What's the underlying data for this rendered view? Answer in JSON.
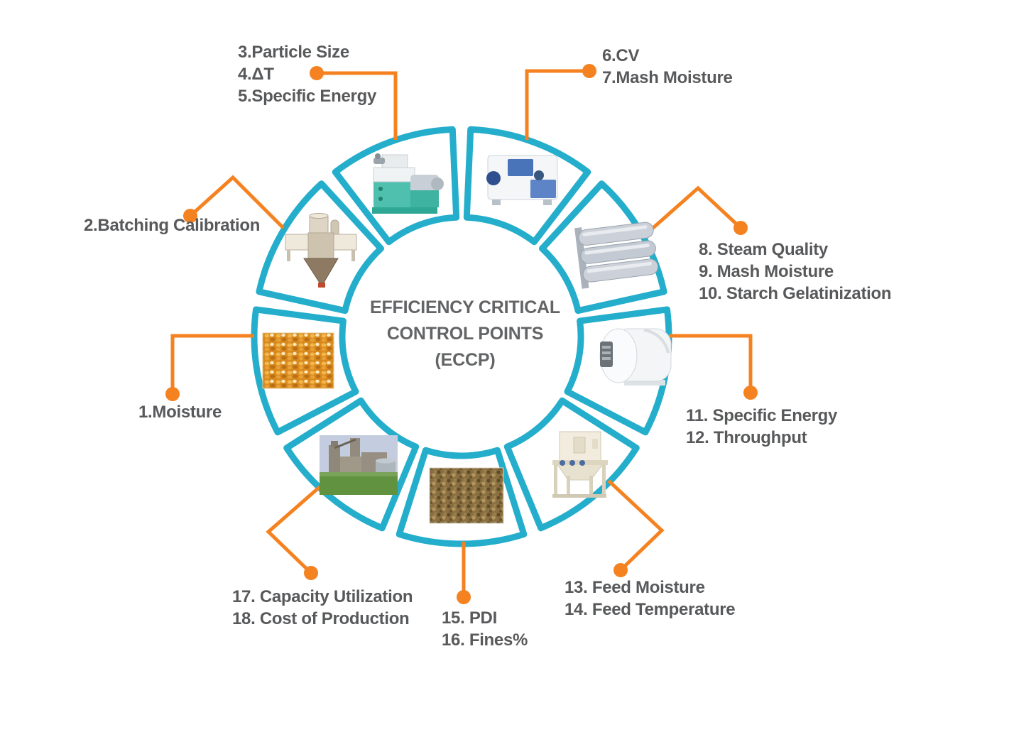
{
  "diagram": {
    "center": {
      "lines": [
        "EFFICIENCY CRITICAL",
        "CONTROL POINTS",
        "(ECCP)"
      ]
    },
    "labels": {
      "moisture": {
        "lines": [
          "1.Moisture"
        ]
      },
      "batching": {
        "lines": [
          "2.Batching Calibration"
        ]
      },
      "grinding": {
        "lines": [
          "3.Particle Size",
          "4.ΔT",
          "5.Specific Energy"
        ]
      },
      "mixing": {
        "lines": [
          "6.CV",
          "7.Mash Moisture"
        ]
      },
      "conditioning": {
        "lines": [
          "8. Steam Quality",
          "9. Mash Moisture",
          "10. Starch Gelatinization"
        ]
      },
      "pelleting": {
        "lines": [
          "11. Specific Energy",
          "12. Throughput"
        ]
      },
      "cooling": {
        "lines": [
          "13. Feed Moisture",
          "14. Feed Temperature"
        ]
      },
      "pellet_quality": {
        "lines": [
          "15. PDI",
          "16. Fines%"
        ]
      },
      "plant": {
        "lines": [
          "17. Capacity Utilization",
          "18. Cost of Production"
        ]
      }
    },
    "segment_icons": [
      "hammer-mill-icon",
      "mixer-icon",
      "conditioner-icon",
      "pellet-mill-icon",
      "cooler-icon",
      "pellets-icon",
      "feed-mill-plant-icon",
      "corn-kernels-icon",
      "batching-scale-icon"
    ],
    "colors": {
      "ring": "#24aecb",
      "connector": "#f58220",
      "text": "#58595b"
    }
  }
}
